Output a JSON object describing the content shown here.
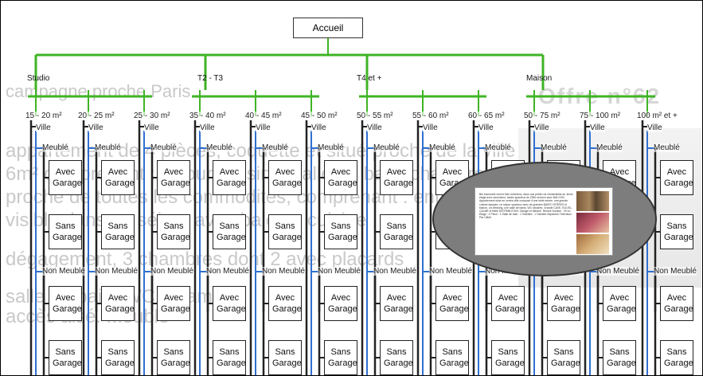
{
  "root_label": "Accueil",
  "categories": [
    "Studio",
    "T2 - T3",
    "T4 et +",
    "Maison"
  ],
  "sizes": [
    "15 - 20 m²",
    "20 - 25 m²",
    "25 - 30 m²",
    "35 - 40 m²",
    "40 - 45 m²",
    "45 - 50 m²",
    "50 - 55 m²",
    "55 - 60 m²",
    "60 - 65 m²",
    "50 - 75 m²",
    "75 - 100 m²",
    "100 m² et +"
  ],
  "branch": {
    "ville": "Ville",
    "meuble": "Meublé",
    "non_meuble": "Non Meublé",
    "avec_garage": "Avec Garage",
    "sans_garage": "Sans Garage"
  },
  "background": {
    "lines": [
      "campagne proche Paris",
      "appartement de 4 pièces, coquette et situé proche de la ville",
      "6m² comprenant : séjour, cuisine, salle de bain, chambres",
      "proche de toutes les commodités, comprenant : entrée,",
      "visible dans un séjour avec balcon, cuisine",
      "dégagement, 3 chambres dont 2 avec placards",
      "salle de bain, WC, chambre",
      "accès aisé. Meublé"
    ],
    "offre": "Offre n°62"
  },
  "popup_text": "Bel immeuble récent bien entretenu, dans une petite rue résidentielle au 4ème étage avec ascenseur, studio spacieux de 29M² environ avec BALCON. Appartement situé en centre-ville composé d'une belle entrée, une grande cuisine équipée, un séjour spacieux avec de grandes BAIES VITRÉES et balcon, un dressing, une salle de bains, WC séparés. Grande CAVE, SOLEIL, CALME et Belle DISTRIBUTION. Garage et Meublé. Récent Surface : 29 m² Étage : 4 Pièce : 1 Salle de bain : 1 Toilettes : 1 Toilettes Séparées Télévision Par Câble",
  "colors": {
    "green": "#3fb425",
    "blue": "#2f6fd0",
    "popup": "#7d7d7d"
  }
}
